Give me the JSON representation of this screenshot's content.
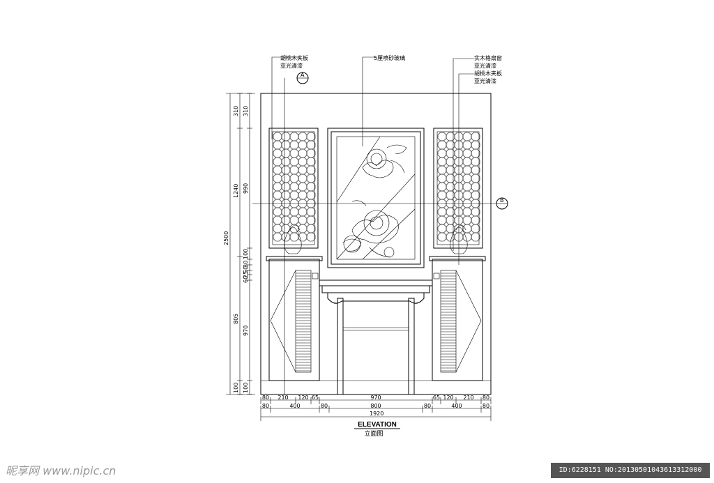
{
  "callouts": {
    "left": [
      "胡桃木夹板",
      "亚光清漆"
    ],
    "center": "5厘喷砂玻璃",
    "right_top": [
      "实木格扇窗",
      "亚光清漆"
    ],
    "right_bottom": [
      "胡桃木夹板",
      "亚光清漆"
    ]
  },
  "section_markers": {
    "a": "A",
    "b": "B"
  },
  "left_dims": {
    "overall": "2500",
    "outer": [
      "310",
      "1240",
      "805",
      "100"
    ],
    "inner": [
      "310",
      "990",
      "100",
      "30",
      "50",
      "25",
      "60",
      "970",
      "100"
    ]
  },
  "bottom_dims": {
    "row1": [
      "80",
      "210",
      "120",
      "65",
      "970",
      "65",
      "120",
      "210",
      "80"
    ],
    "row2": [
      "80",
      "400",
      "80",
      "800",
      "80",
      "400",
      "80"
    ],
    "total": "1920"
  },
  "title": {
    "main": "ELEVATION",
    "sub": "立面图"
  },
  "watermark": "昵享网 www.nipic.cn",
  "image_id": "ID:6228151 NO:20130501043613312000"
}
